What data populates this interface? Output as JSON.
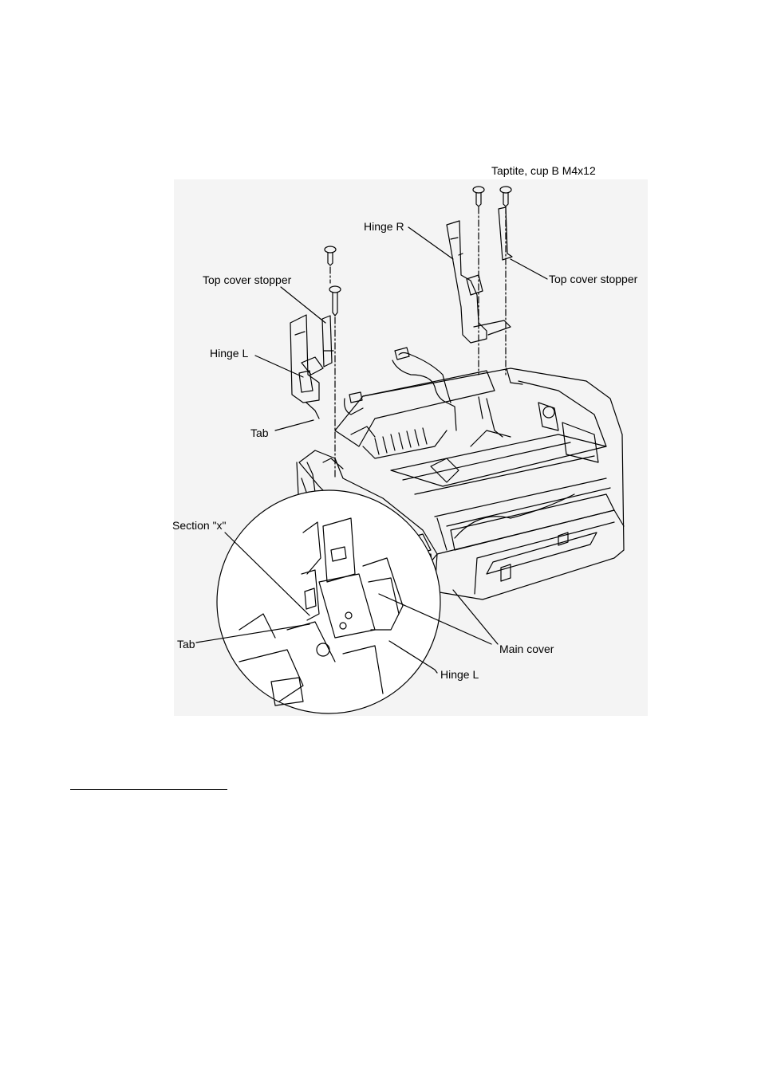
{
  "labels": {
    "taptite": "Taptite, cup B M4x12",
    "hinge_r": "Hinge R",
    "top_cover_stopper_left": "Top cover stopper",
    "top_cover_stopper_right": "Top cover stopper",
    "hinge_l_top": "Hinge L",
    "tab_top": "Tab",
    "section_x": "Section \"x\"",
    "tab_detail": "Tab",
    "main_cover": "Main cover",
    "hinge_l_detail": "Hinge L"
  },
  "colors": {
    "ink": "#000000",
    "background": "#ffffff",
    "figure_background": "#f2f2f2"
  }
}
